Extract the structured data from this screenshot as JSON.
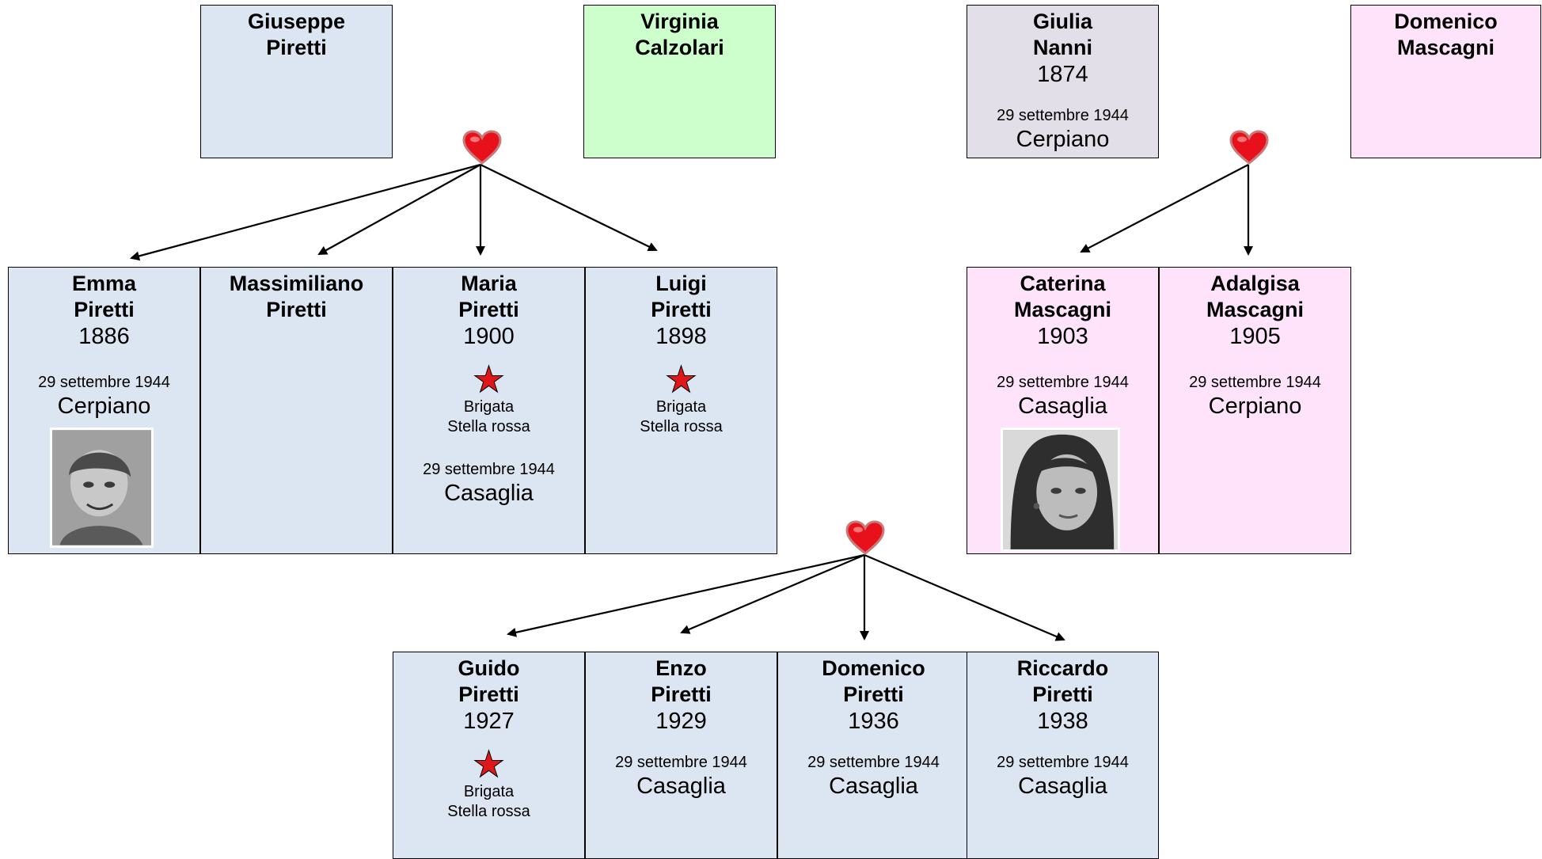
{
  "colors": {
    "piretti": "#dce6f2",
    "calzolari": "#ccffcc",
    "nanni": "#e3dfe9",
    "mascagni": "#ffe3fb",
    "star": "#e0161b",
    "heart": "#e8101a"
  },
  "generation1": {
    "giuseppe": {
      "first": "Giuseppe",
      "last": "Piretti"
    },
    "virginia": {
      "first": "Virginia",
      "last": "Calzolari"
    },
    "giulia": {
      "first": "Giulia",
      "last": "Nanni",
      "year": "1874",
      "death_date": "29 settembre 1944",
      "death_place": "Cerpiano"
    },
    "domenico_m": {
      "first": "Domenico",
      "last": "Mascagni"
    }
  },
  "generation2": {
    "emma": {
      "first": "Emma",
      "last": "Piretti",
      "year": "1886",
      "death_date": "29 settembre 1944",
      "death_place": "Cerpiano",
      "photo": "portrait-photo"
    },
    "massimiliano": {
      "first": "Massimiliano",
      "last": "Piretti"
    },
    "maria": {
      "first": "Maria",
      "last": "Piretti",
      "year": "1900",
      "brigata1": "Brigata",
      "brigata2": "Stella rossa",
      "death_date": "29 settembre 1944",
      "death_place": "Casaglia",
      "icon": "red-star-icon"
    },
    "luigi": {
      "first": "Luigi",
      "last": "Piretti",
      "year": "1898",
      "brigata1": "Brigata",
      "brigata2": "Stella rossa",
      "icon": "red-star-icon"
    },
    "caterina": {
      "first": "Caterina",
      "last": "Mascagni",
      "year": "1903",
      "death_date": "29 settembre 1944",
      "death_place": "Casaglia",
      "photo": "portrait-photo"
    },
    "adalgisa": {
      "first": "Adalgisa",
      "last": "Mascagni",
      "year": "1905",
      "death_date": "29 settembre 1944",
      "death_place": "Cerpiano"
    }
  },
  "generation3": {
    "guido": {
      "first": "Guido",
      "last": "Piretti",
      "year": "1927",
      "brigata1": "Brigata",
      "brigata2": "Stella rossa",
      "icon": "red-star-icon"
    },
    "enzo": {
      "first": "Enzo",
      "last": "Piretti",
      "year": "1929",
      "death_date": "29 settembre 1944",
      "death_place": "Casaglia"
    },
    "domenico_p": {
      "first": "Domenico",
      "last": "Piretti",
      "year": "1936",
      "death_date": "29 settembre 1944",
      "death_place": "Casaglia"
    },
    "riccardo": {
      "first": "Riccardo",
      "last": "Piretti",
      "year": "1938",
      "death_date": "29 settembre 1944",
      "death_place": "Casaglia"
    }
  },
  "icons": {
    "marriage": "heart-icon",
    "arrow": "arrow-icon",
    "partisan": "red-star-icon"
  }
}
